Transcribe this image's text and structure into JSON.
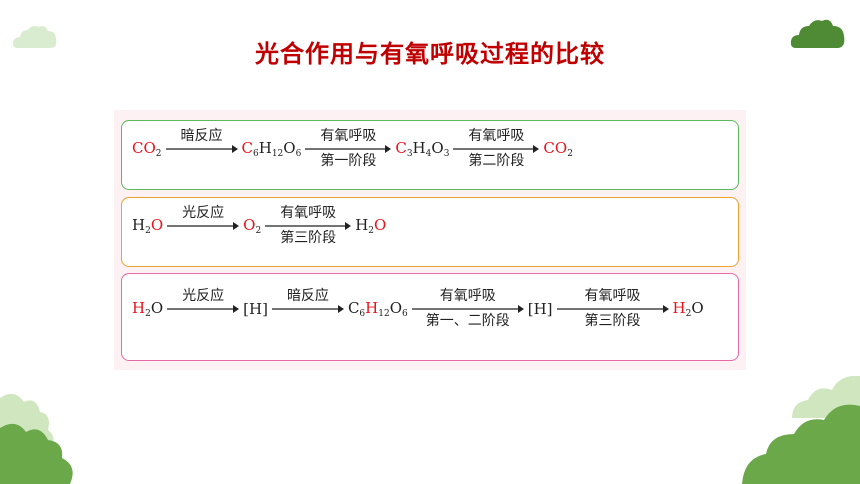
{
  "title": "光合作用与有氧呼吸过程的比较",
  "rows": {
    "r1": {
      "co2": "CO",
      "co2_sub": "2",
      "arrow1": "暗反应",
      "glucose": {
        "c": "C",
        "c_sub": "6",
        "h": "H",
        "h_sub": "12",
        "o": "O",
        "o_sub": "6"
      },
      "arrow2_top": "有氧呼吸",
      "arrow2_bottom": "第一阶段",
      "pyruvate": {
        "c": "C",
        "c_sub": "3",
        "h": "H",
        "h_sub": "4",
        "o": "O",
        "o_sub": "3"
      },
      "arrow3_top": "有氧呼吸",
      "arrow3_bottom": "第二阶段",
      "co2_out": "CO",
      "co2_out_sub": "2"
    },
    "r2": {
      "h2o_h": "H",
      "h2o_sub": "2",
      "h2o_o": "O",
      "arrow1": "光反应",
      "o2": "O",
      "o2_sub": "2",
      "arrow2_top": "有氧呼吸",
      "arrow2_bottom": "第三阶段",
      "h2o_out_h": "H",
      "h2o_out_sub": "2",
      "h2o_out_o": "O"
    },
    "r3": {
      "h2o_h": "H",
      "h2o_sub": "2",
      "h2o_o": "O",
      "arrow1": "光反应",
      "nadph": "[H]",
      "arrow2": "暗反应",
      "glucose": {
        "c": "C",
        "c_sub": "6",
        "h": "H",
        "h_sub": "12",
        "o": "O",
        "o_sub": "6"
      },
      "arrow3_top": "有氧呼吸",
      "arrow3_bottom": "第一、二阶段",
      "nadh": "[H]",
      "arrow4_top": "有氧呼吸",
      "arrow4_bottom": "第三阶段",
      "h2o_out_h": "H",
      "h2o_out_sub": "2",
      "h2o_out_o": "O"
    }
  },
  "colors": {
    "title": "#c00000",
    "highlight": "#e8131b",
    "green_border": "#5cb85c",
    "orange_border": "#f0a030",
    "pink_border": "#e56aa6",
    "cloud_light": "#c7e3b5",
    "cloud_dark": "#5e9a3c"
  }
}
